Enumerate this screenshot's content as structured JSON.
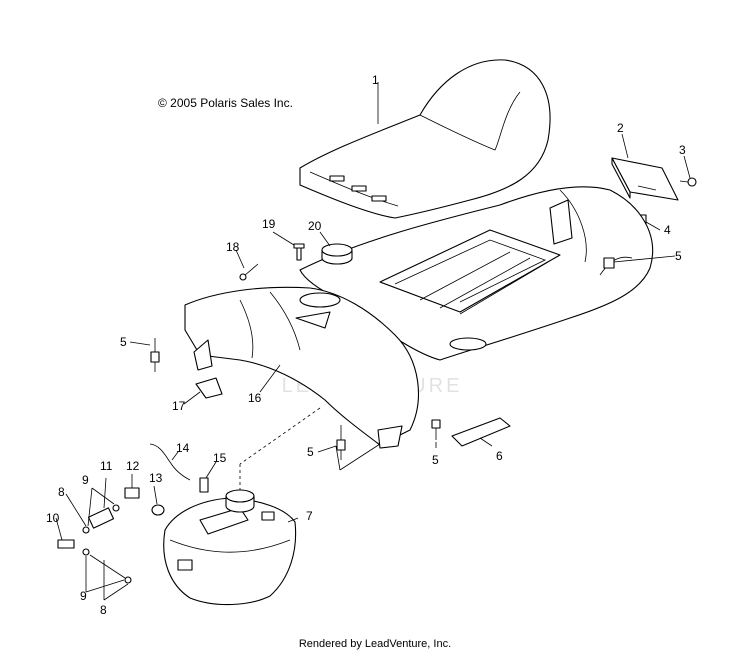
{
  "copyright": "© 2005 Polaris Sales Inc.",
  "footer": "Rendered by LeadVenture, Inc.",
  "watermark": "LEADVENTURE",
  "callouts": {
    "c1": "1",
    "c2": "2",
    "c3": "3",
    "c4": "4",
    "c5a": "5",
    "c5b": "5",
    "c5c": "5",
    "c5d": "5",
    "c6": "6",
    "c7": "7",
    "c8a": "8",
    "c8b": "8",
    "c9a": "9",
    "c9b": "9",
    "c10": "10",
    "c11": "11",
    "c12": "12",
    "c13": "13",
    "c14": "14",
    "c15": "15",
    "c16": "16",
    "c17": "17",
    "c18": "18",
    "c19": "19",
    "c20": "20"
  }
}
